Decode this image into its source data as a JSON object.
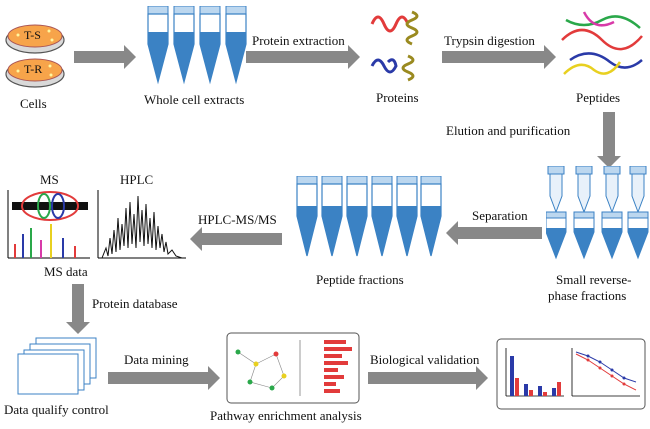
{
  "nodes": {
    "cells": {
      "label": "Cells",
      "dish_top": "T-S",
      "dish_bottom": "T-R"
    },
    "whole_cell_extracts": {
      "label": "Whole cell extracts"
    },
    "proteins": {
      "label": "Proteins"
    },
    "peptides": {
      "label": "Peptides"
    },
    "small_reverse_phase": {
      "label_line1": "Small reverse-",
      "label_line2": "phase fractions"
    },
    "peptide_fractions": {
      "label": "Peptide fractions"
    },
    "ms_data": {
      "label": "MS data",
      "ms_title": "MS",
      "hplc_title": "HPLC"
    },
    "data_qualify_control": {
      "label": "Data qualify control"
    },
    "pathway_enrichment": {
      "label": "Pathway enrichment analysis"
    }
  },
  "edges": {
    "protein_extraction": "Protein extraction",
    "trypsin_digestion": "Trypsin digestion",
    "elution_purification": "Elution and purification",
    "separation": "Separation",
    "hplc_ms_ms": "HPLC-MS/MS",
    "protein_database": "Protein database",
    "data_mining": "Data mining",
    "biological_validation": "Biological validation"
  },
  "colors": {
    "arrow": "#888888",
    "tube_liquid": "#3b82c4",
    "dish": "#f7a44a",
    "bar_red": "#e23b3b"
  }
}
